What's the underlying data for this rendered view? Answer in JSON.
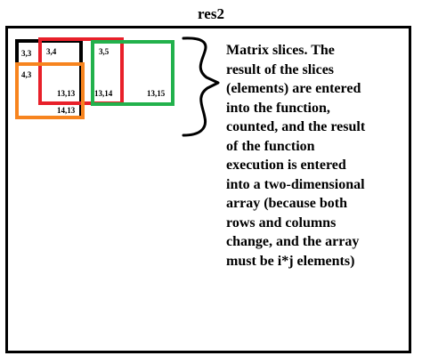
{
  "title": "res2",
  "description_lines": [
    "Matrix slices. The",
    "result of the slices",
    "(elements) are entered",
    "into the function,",
    "counted, and the result",
    "of the function",
    "execution is entered",
    "into a two-dimensional",
    "array (because both",
    "rows and columns",
    "change, and the array",
    "must be i*j elements)"
  ],
  "cell_labels": {
    "c33": "3,3",
    "c34": "3,4",
    "c35": "3,5",
    "c43": "4,3",
    "c1313": "13,13",
    "c1314": "13,14",
    "c1315": "13,15",
    "c1413": "14,13"
  },
  "colors": {
    "frame": "#000000",
    "black_slice": "#000000",
    "red_slice": "#e8202a",
    "orange_slice": "#f7841e",
    "green_slice": "#22b14c",
    "brace": "#000000"
  }
}
